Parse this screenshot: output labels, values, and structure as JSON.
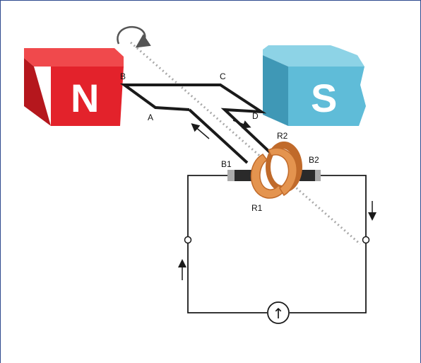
{
  "magnets": {
    "north": {
      "letter": "N",
      "front": "#e3222b",
      "side": "#b5171d",
      "top": "#f0494c"
    },
    "south": {
      "letter": "S",
      "front": "#5fbcd8",
      "side": "#3f98b6",
      "top": "#8dd3e6"
    }
  },
  "labels": {
    "A": "A",
    "B": "B",
    "C": "C",
    "D": "D",
    "B1": "B1",
    "B2": "B2",
    "R1": "R1",
    "R2": "R2"
  },
  "meter": {
    "symbol": "↑"
  },
  "colors": {
    "border": "#2e4a8e",
    "ring": "#e4944f",
    "ring_dark": "#c06a2a",
    "axis": "#a9a9a9",
    "wire": "#1a1a1a"
  },
  "icons": {
    "rotation": "curved-arrow-icon"
  }
}
